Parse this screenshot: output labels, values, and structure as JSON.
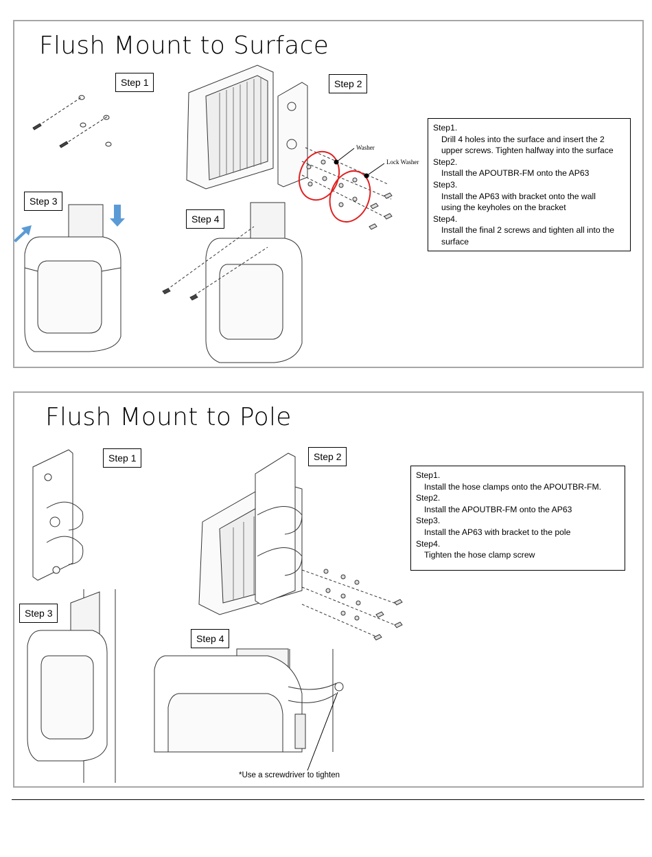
{
  "surface": {
    "title": "Flush Mount to Surface",
    "steps": {
      "s1": "Step 1",
      "s2": "Step 2",
      "s3": "Step 3",
      "s4": "Step 4"
    },
    "callouts": {
      "washer": "Washer",
      "lock_washer": "Lock Washer"
    },
    "instructions": [
      {
        "heading": "Step1.",
        "lines": [
          "Drill 4 holes into the surface and insert the 2",
          "upper screws.  Tighten halfway into the surface"
        ]
      },
      {
        "heading": "Step2.",
        "lines": [
          "Install the APOUTBR-FM onto the AP63"
        ]
      },
      {
        "heading": "Step3.",
        "lines": [
          "Install the AP63 with bracket onto the wall",
          "using the keyholes on the bracket"
        ]
      },
      {
        "heading": "Step4.",
        "lines": [
          "Install the final 2 screws and tighten all into the",
          "surface"
        ]
      }
    ]
  },
  "pole": {
    "title": "Flush Mount to Pole",
    "steps": {
      "s1": "Step 1",
      "s2": "Step 2",
      "s3": "Step 3",
      "s4": "Step 4"
    },
    "note": "*Use a screwdriver to tighten",
    "instructions": [
      {
        "heading": "Step1.",
        "lines": [
          "Install the hose clamps onto the APOUTBR-FM."
        ]
      },
      {
        "heading": "Step2.",
        "lines": [
          "Install the APOUTBR-FM onto the AP63"
        ]
      },
      {
        "heading": "Step3.",
        "lines": [
          "Install the AP63 with bracket to the pole"
        ]
      },
      {
        "heading": "Step4.",
        "lines": [
          "Tighten the hose clamp screw"
        ]
      }
    ]
  },
  "colors": {
    "frame": "#a6a6a6",
    "arrow": "#5b9bd5",
    "highlight": "#e02020"
  }
}
